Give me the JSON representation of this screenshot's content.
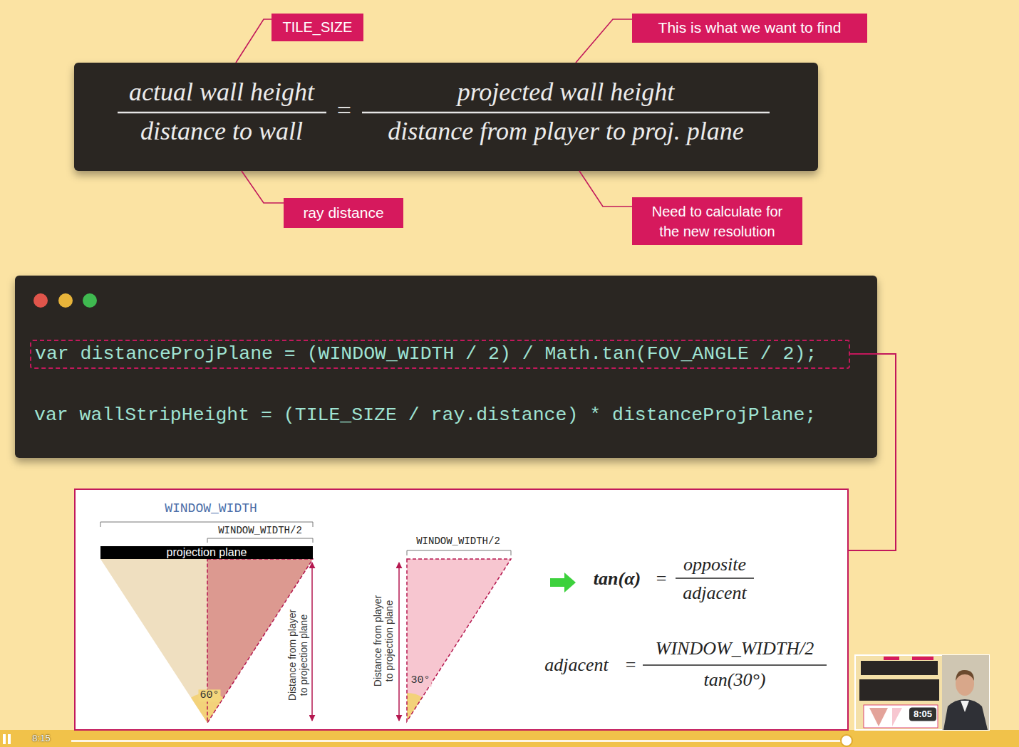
{
  "diagram": {
    "nodes": [
      {
        "text": [
          "TILE_SIZE"
        ]
      },
      {
        "text": [
          "This is what we want to find"
        ]
      },
      {
        "text": [
          "actual wall height",
          "distance to wall",
          "=",
          "projected wall height",
          "distance from player to proj. plane"
        ]
      },
      {
        "text": [
          "ray distance"
        ]
      },
      {
        "text": [
          "Need to calculate for the new resolution"
        ]
      },
      {
        "text": [
          "var wallStripHeight = (TILE_SIZE / ray.distance) * distanceProjPlane;"
        ]
      },
      {
        "text": [
          "var distanceProjPlane = (WINDOW_WIDTH / 2) / Math.tan(FOV_ANGLE / 2);"
        ],
        "in": 5
      },
      {
        "text": [
          "WINDOW_WIDTH",
          "WINDOW_WIDTH/2",
          "60°",
          "Distance from player to projection plane",
          "WINDOW_WIDTH/2",
          "Distance from player to projection plane",
          "30°",
          "tan(α)",
          "=",
          "opposite",
          "adjacent",
          "adjacent",
          "=",
          "WINDOW_WIDTH/2",
          "tan(30°)"
        ]
      },
      {
        "text": [
          "projection plane"
        ],
        "in": 7
      }
    ],
    "edges": [
      {
        "from": 0,
        "to": 2,
        "arrow": "none"
      },
      {
        "from": 1,
        "to": 2,
        "arrow": "none"
      },
      {
        "from": 3,
        "to": 2,
        "arrow": "none"
      },
      {
        "from": 4,
        "to": 2,
        "arrow": "none"
      },
      {
        "from": 6,
        "to": 7,
        "arrow": "none"
      }
    ],
    "labels": [
      "8:15",
      "8:05"
    ]
  }
}
